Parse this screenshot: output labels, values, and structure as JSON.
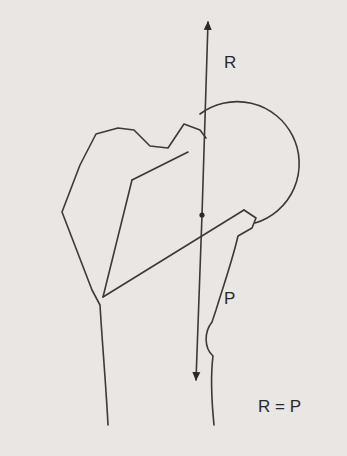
{
  "diagram": {
    "labels": [
      "R",
      "P",
      "R = P"
    ]
  }
}
